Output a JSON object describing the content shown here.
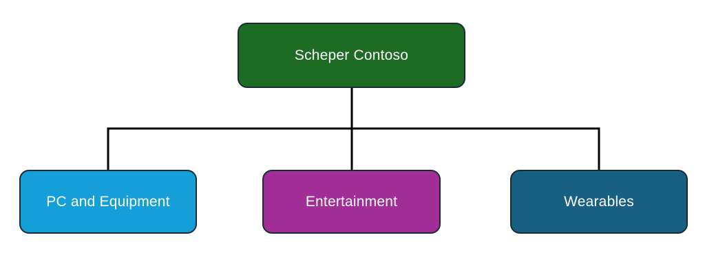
{
  "root": {
    "label": "Scheper Contoso",
    "color": "#1e6b23"
  },
  "children": [
    {
      "label": "PC and Equipment",
      "color": "#159fd9"
    },
    {
      "label": "Entertainment",
      "color": "#a12e96"
    },
    {
      "label": "Wearables",
      "color": "#186083"
    }
  ],
  "connector_color": "#000000"
}
